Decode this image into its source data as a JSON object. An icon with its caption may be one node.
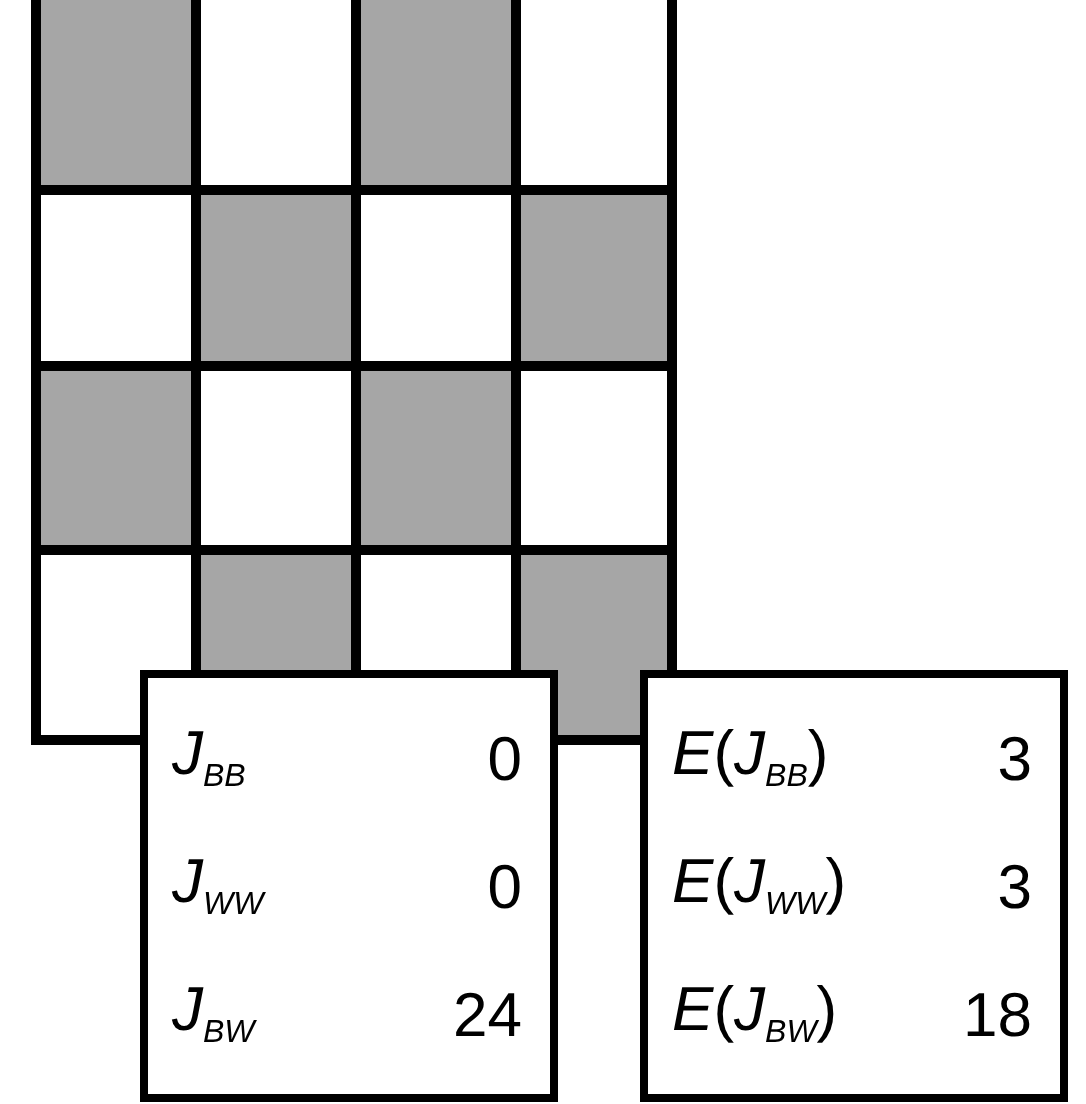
{
  "diagram": {
    "nodes": [
      {
        "text": [
          "*J*$_{BB}$",
          "0",
          "*J*$_{WW}$",
          "0",
          "*J*$_{BW}$",
          "24"
        ]
      },
      {
        "text": [
          "*E*(*J*$_{BB}$)",
          "3",
          "*E*(*J*$_{WW}$)",
          "3",
          "*E*(*J*$_{BW}$)",
          "18"
        ]
      }
    ]
  }
}
